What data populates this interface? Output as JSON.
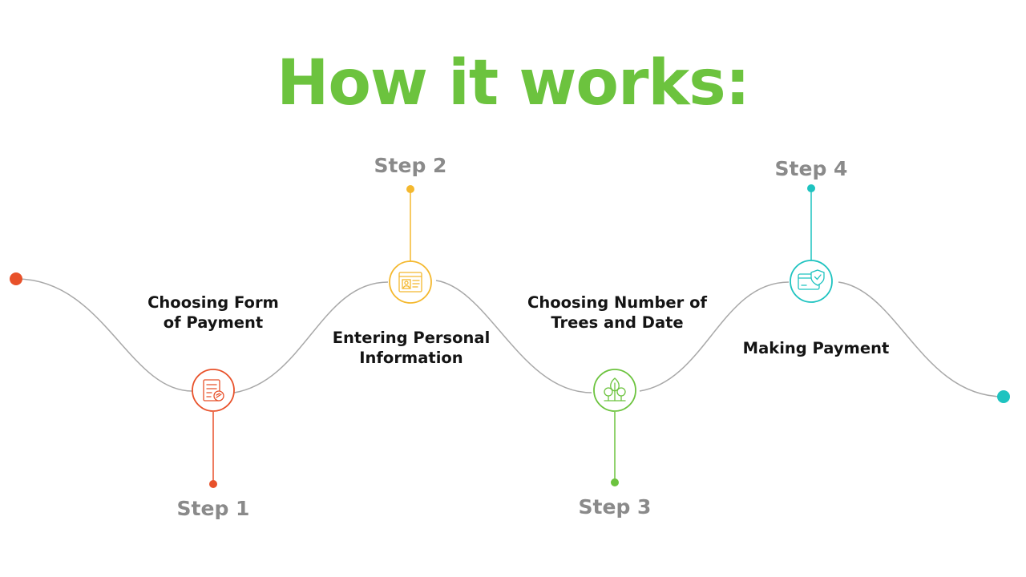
{
  "title": "How it works:",
  "colors": {
    "title": "#6cc33e",
    "path": "#a8a8a8",
    "start_dot": "#e8512a",
    "end_dot": "#1ec3c0"
  },
  "steps": [
    {
      "label": "Step 1",
      "description": "Choosing Form\nof Payment",
      "color": "#e8512a",
      "icon": "payment-form-icon"
    },
    {
      "label": "Step 2",
      "description": "Entering Personal\nInformation",
      "color": "#f4b82e",
      "icon": "id-card-icon"
    },
    {
      "label": "Step 3",
      "description": "Choosing Number of\nTrees and Date",
      "color": "#6cc33e",
      "icon": "trees-icon"
    },
    {
      "label": "Step 4",
      "description": "Making Payment",
      "color": "#1ec3c0",
      "icon": "secure-card-icon"
    }
  ]
}
